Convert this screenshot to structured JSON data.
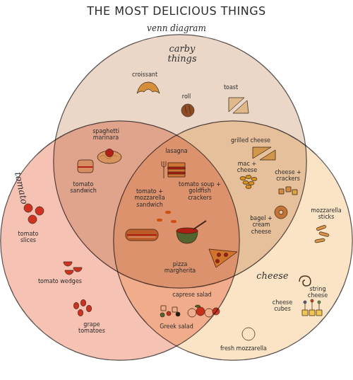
{
  "diagram": {
    "title": "THE MOST DELICIOUS THINGS",
    "nodes": [
      {
        "text": [
          "carby things"
        ]
      },
      {
        "text": [
          "tomato"
        ]
      },
      {
        "text": [
          "cheese"
        ]
      }
    ],
    "labels": [
      "venn diagram",
      "croissant",
      "roll",
      "toast",
      "spaghetti marinara",
      "grilled cheese",
      "lasagna",
      "tomato sandwich",
      "mac + cheese",
      "cheese + crackers",
      "tomato + mozzarella sandwich",
      "tomato soup + goldfish crackers",
      "mozzarella sticks",
      "bagel + cream cheese",
      "tomato slices",
      "pizza margherita",
      "string cheese",
      "tomato wedges",
      "caprese salad",
      "cheese cubes",
      "grape tomatoes",
      "Greek salad",
      "fresh mozzarella"
    ]
  }
}
